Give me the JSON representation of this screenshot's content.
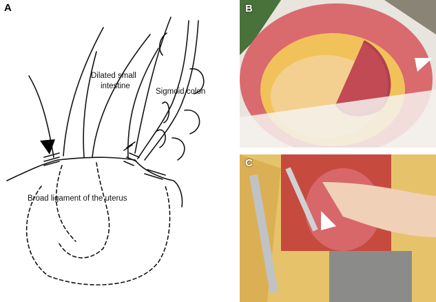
{
  "panels": {
    "a": {
      "letter": "A"
    },
    "b": {
      "letter": "B"
    },
    "c": {
      "letter": "C"
    }
  },
  "labels": {
    "small_intestine_line1": "Dilated small",
    "small_intestine_line2": "intestine",
    "sigmoid": "Sigmoid colon",
    "broad_ligament": "Broad ligament of the uterus"
  },
  "colors": {
    "bowel": "#d96a6e",
    "mesentery": "#f1c25a",
    "drape": "#ece7e0",
    "arrow_black": "#000000",
    "arrow_white": "#ffffff"
  }
}
